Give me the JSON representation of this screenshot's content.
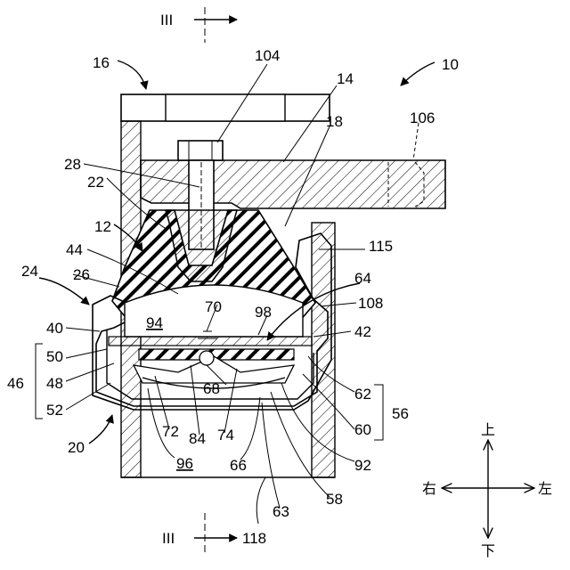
{
  "section_marks": {
    "top": "III",
    "bottom": "III"
  },
  "labels": {
    "l10": "10",
    "l14": "14",
    "l16": "16",
    "l104": "104",
    "l106": "106",
    "l18": "18",
    "l28": "28",
    "l22": "22",
    "l12": "12",
    "l44": "44",
    "l115": "115",
    "l24": "24",
    "l26": "26",
    "l64": "64",
    "l108": "108",
    "l70": "70",
    "l98": "98",
    "l94": "94",
    "l40": "40",
    "l42": "42",
    "l50": "50",
    "l46": "46",
    "l48": "48",
    "l52": "52",
    "l68": "68",
    "l62": "62",
    "l56": "56",
    "l60": "60",
    "l72": "72",
    "l84": "84",
    "l74": "74",
    "l20": "20",
    "l96": "96",
    "l66": "66",
    "l92": "92",
    "l63": "63",
    "l58": "58",
    "l118": "118"
  },
  "directions": {
    "up": "上",
    "down": "下",
    "left": "左",
    "right": "右"
  }
}
